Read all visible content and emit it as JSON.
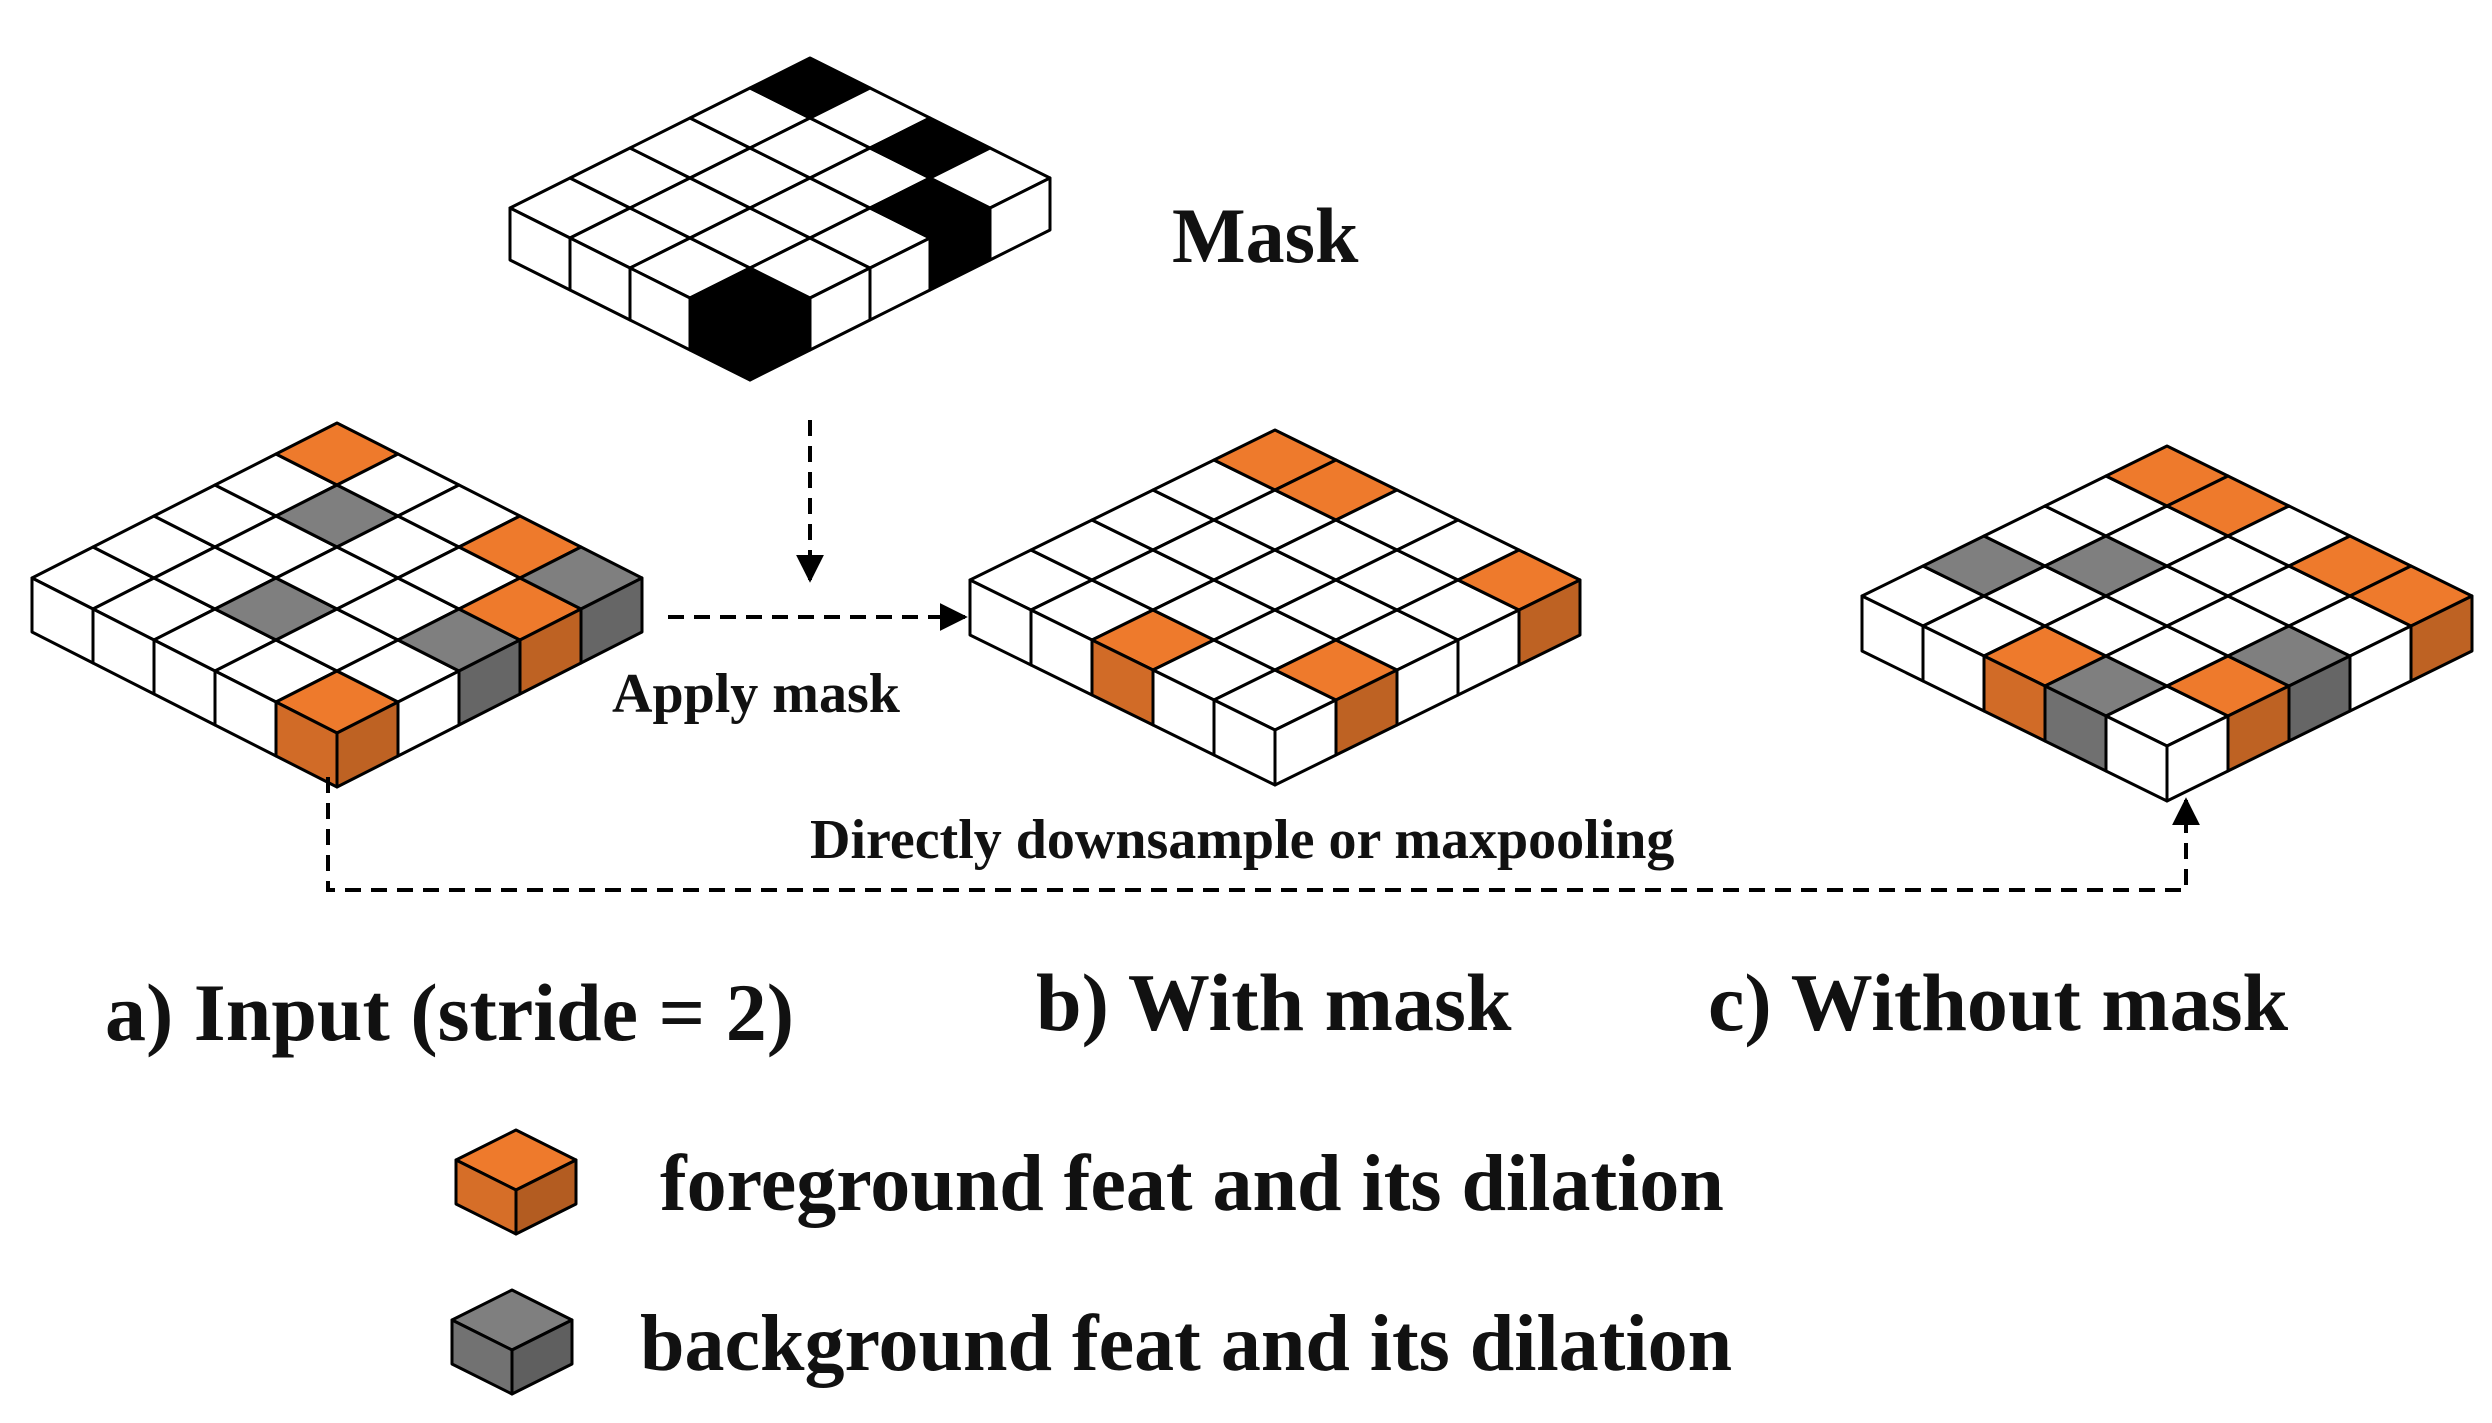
{
  "colors": {
    "foreground": "#EE7A2C",
    "background": "#7F7F7F",
    "mask": "#000000",
    "empty": "#FFFFFF",
    "stroke": "#000000"
  },
  "grids": {
    "mask": {
      "title": "Mask",
      "rows": 4,
      "cols": 5,
      "cells": [
        {
          "row": 0,
          "col": 4,
          "kind": "mask"
        },
        {
          "row": 2,
          "col": 4,
          "kind": "mask"
        },
        {
          "row": 3,
          "col": 3,
          "kind": "mask"
        },
        {
          "row": 3,
          "col": 0,
          "kind": "mask"
        }
      ]
    },
    "input": {
      "rows": 5,
      "cols": 5,
      "cells": [
        {
          "row": 0,
          "col": 4,
          "kind": "foreground"
        },
        {
          "row": 1,
          "col": 3,
          "kind": "background"
        },
        {
          "row": 2,
          "col": 1,
          "kind": "background"
        },
        {
          "row": 3,
          "col": 4,
          "kind": "foreground"
        },
        {
          "row": 4,
          "col": 0,
          "kind": "foreground"
        },
        {
          "row": 4,
          "col": 2,
          "kind": "background"
        },
        {
          "row": 4,
          "col": 4,
          "kind": "background"
        },
        {
          "row": 4,
          "col": 3,
          "kind": "foreground"
        }
      ]
    },
    "with_mask": {
      "rows": 5,
      "cols": 5,
      "cells": [
        {
          "row": 0,
          "col": 4,
          "kind": "foreground"
        },
        {
          "row": 1,
          "col": 4,
          "kind": "foreground"
        },
        {
          "row": 2,
          "col": 0,
          "kind": "foreground"
        },
        {
          "row": 4,
          "col": 1,
          "kind": "foreground"
        },
        {
          "row": 4,
          "col": 4,
          "kind": "foreground"
        }
      ]
    },
    "without_mask": {
      "rows": 5,
      "cols": 5,
      "cells": [
        {
          "row": 0,
          "col": 4,
          "kind": "foreground"
        },
        {
          "row": 1,
          "col": 4,
          "kind": "foreground"
        },
        {
          "row": 0,
          "col": 1,
          "kind": "background"
        },
        {
          "row": 1,
          "col": 2,
          "kind": "background"
        },
        {
          "row": 2,
          "col": 0,
          "kind": "foreground"
        },
        {
          "row": 4,
          "col": 1,
          "kind": "foreground"
        },
        {
          "row": 3,
          "col": 0,
          "kind": "background"
        },
        {
          "row": 4,
          "col": 4,
          "kind": "foreground"
        },
        {
          "row": 4,
          "col": 2,
          "kind": "background"
        },
        {
          "row": 3,
          "col": 4,
          "kind": "foreground"
        }
      ]
    }
  },
  "arrows": {
    "apply_mask": "Apply mask",
    "downsample": "Directly downsample or maxpooling"
  },
  "captions": {
    "a": "a) Input (stride = 2)",
    "b": "b) With mask",
    "c": "c) Without mask"
  },
  "legend": {
    "foreground": "foreground feat and its dilation",
    "background": "background feat and its dilation"
  }
}
